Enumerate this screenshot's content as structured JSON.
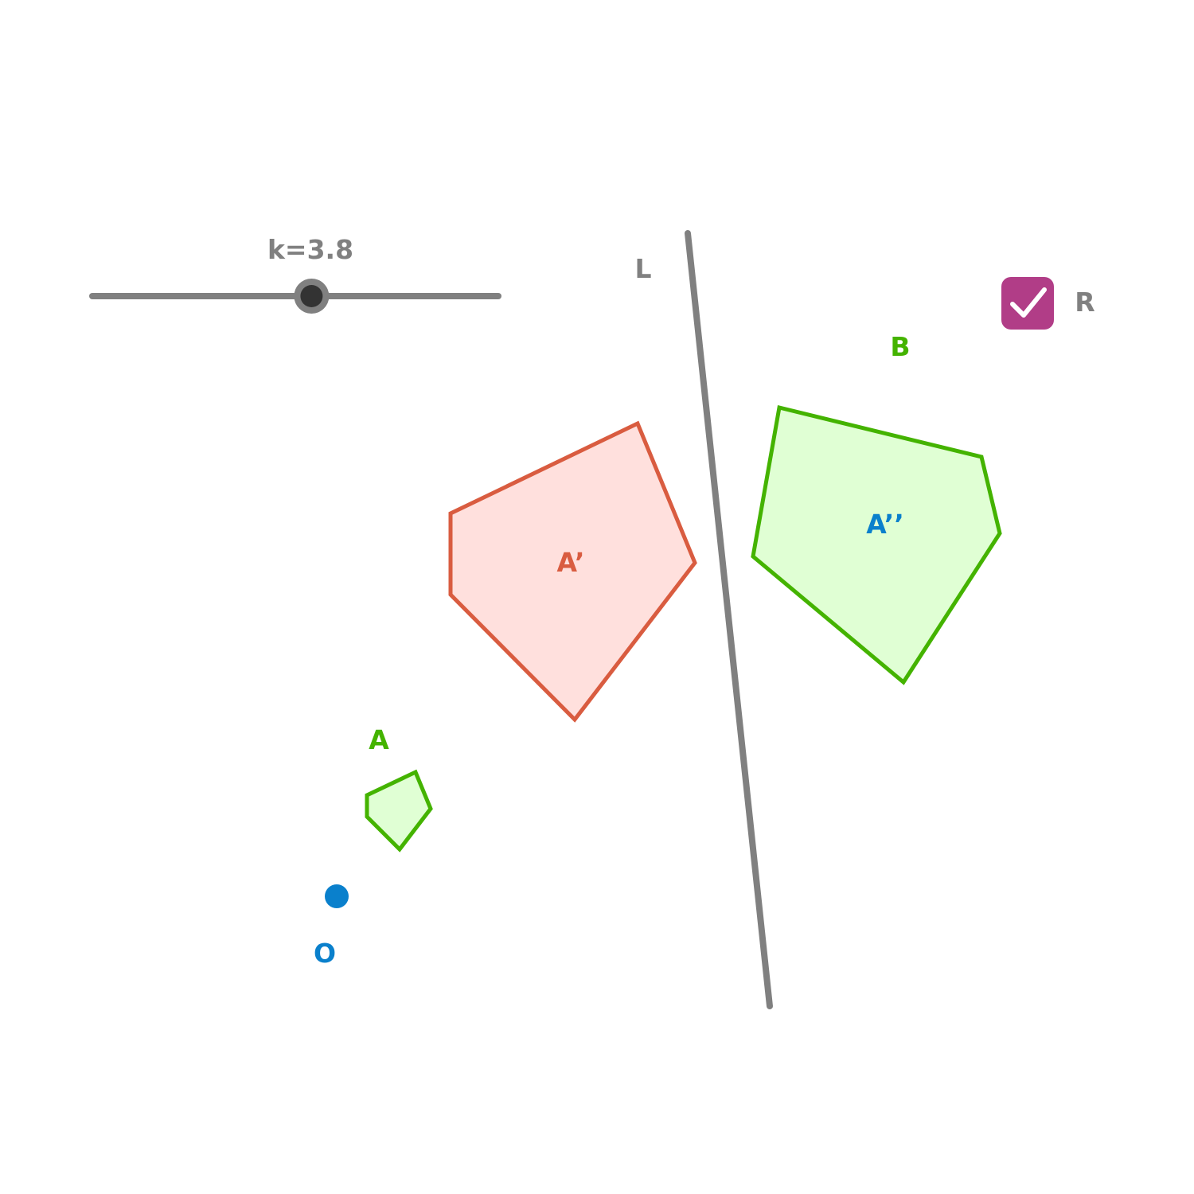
{
  "slider": {
    "name": "k",
    "value": "3.8",
    "label": "k=3.8",
    "fraction": 0.54
  },
  "line": {
    "label": "L"
  },
  "checkbox": {
    "label": "R",
    "checked": true
  },
  "polygons": {
    "original": {
      "label": "A"
    },
    "dilated": {
      "label": "A’"
    },
    "reflected": {
      "label": "A’’",
      "group_label": "B"
    }
  },
  "center_point": {
    "label": "O"
  },
  "colors": {
    "axis_gray": "#808080",
    "green_stroke": "#44b300",
    "green_fill": "#e0ffd4",
    "red_stroke": "#d95c40",
    "red_fill": "#ffe0dd",
    "blue": "#0a80cc",
    "checkbox_purple": "#b13d87",
    "slider_handle": "#333333"
  }
}
